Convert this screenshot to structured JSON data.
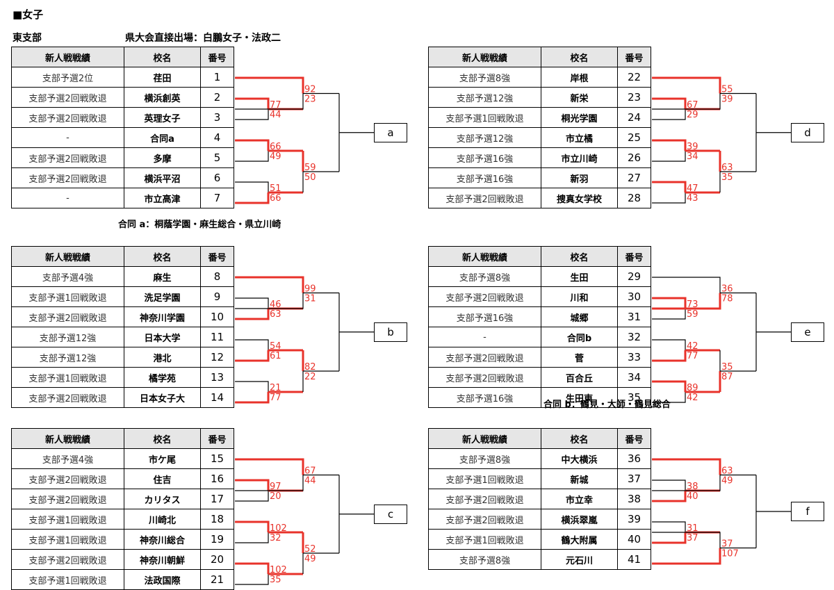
{
  "header": {
    "title": "■女子",
    "branch": "東支部",
    "direct": "県大会直接出場：白鵬女子・法政二"
  },
  "columns": {
    "record": "新人戦戦績",
    "school": "校名",
    "number": "番号"
  },
  "colors": {
    "winner": "#e8322a",
    "line": "#000000",
    "header_bg": "#e6e6e6"
  },
  "notes": {
    "a": "合同 a：桐蔭学園・麻生総合・県立川崎",
    "b": "合同 b：鶴見・大師・鶴見総合"
  },
  "blocks": [
    {
      "id": "a",
      "label": "a",
      "rows": [
        {
          "record": "支部予選2位",
          "school": "荏田",
          "number": "1"
        },
        {
          "record": "支部予選2回戦敗退",
          "school": "横浜創英",
          "number": "2"
        },
        {
          "record": "支部予選2回戦敗退",
          "school": "英理女子",
          "number": "3"
        },
        {
          "record": "-",
          "school": "合同a",
          "number": "4"
        },
        {
          "record": "支部予選2回戦敗退",
          "school": "多摩",
          "number": "5"
        },
        {
          "record": "支部予選2回戦敗退",
          "school": "横浜平沼",
          "number": "6"
        },
        {
          "record": "-",
          "school": "市立高津",
          "number": "7"
        }
      ],
      "scores": {
        "r1a": [
          "77",
          "44"
        ],
        "r1b": [
          "66",
          "49"
        ],
        "r1c": [
          "51",
          "66"
        ],
        "r2a": [
          "92",
          "23"
        ],
        "r2b": [
          "59",
          "50"
        ]
      }
    },
    {
      "id": "b",
      "label": "b",
      "rows": [
        {
          "record": "支部予選4強",
          "school": "麻生",
          "number": "8"
        },
        {
          "record": "支部予選1回戦敗退",
          "school": "洗足学園",
          "number": "9"
        },
        {
          "record": "支部予選2回戦敗退",
          "school": "神奈川学園",
          "number": "10"
        },
        {
          "record": "支部予選12強",
          "school": "日本大学",
          "number": "11"
        },
        {
          "record": "支部予選12強",
          "school": "港北",
          "number": "12"
        },
        {
          "record": "支部予選1回戦敗退",
          "school": "橘学苑",
          "number": "13"
        },
        {
          "record": "支部予選2回戦敗退",
          "school": "日本女子大",
          "number": "14"
        }
      ],
      "scores": {
        "r1a": [
          "46",
          "63"
        ],
        "r1b": [
          "54",
          "61"
        ],
        "r1c": [
          "21",
          "77"
        ],
        "r2a": [
          "99",
          "31"
        ],
        "r2b": [
          "82",
          "22"
        ]
      }
    },
    {
      "id": "c",
      "label": "c",
      "rows": [
        {
          "record": "支部予選4強",
          "school": "市ケ尾",
          "number": "15"
        },
        {
          "record": "支部予選2回戦敗退",
          "school": "住吉",
          "number": "16"
        },
        {
          "record": "支部予選2回戦敗退",
          "school": "カリタス",
          "number": "17"
        },
        {
          "record": "支部予選1回戦敗退",
          "school": "川崎北",
          "number": "18"
        },
        {
          "record": "支部予選1回戦敗退",
          "school": "神奈川総合",
          "number": "19"
        },
        {
          "record": "支部予選2回戦敗退",
          "school": "神奈川朝鮮",
          "number": "20"
        },
        {
          "record": "支部予選1回戦敗退",
          "school": "法政国際",
          "number": "21"
        }
      ],
      "scores": {
        "r1a": [
          "97",
          "20"
        ],
        "r1b": [
          "102",
          "32"
        ],
        "r1c": [
          "102",
          "35"
        ],
        "r2a": [
          "67",
          "44"
        ],
        "r2b": [
          "52",
          "49"
        ]
      }
    },
    {
      "id": "d",
      "label": "d",
      "rows": [
        {
          "record": "支部予選8強",
          "school": "岸根",
          "number": "22"
        },
        {
          "record": "支部予選12強",
          "school": "新栄",
          "number": "23"
        },
        {
          "record": "支部予選1回戦敗退",
          "school": "桐光学園",
          "number": "24"
        },
        {
          "record": "支部予選12強",
          "school": "市立橘",
          "number": "25"
        },
        {
          "record": "支部予選16強",
          "school": "市立川崎",
          "number": "26"
        },
        {
          "record": "支部予選16強",
          "school": "新羽",
          "number": "27"
        },
        {
          "record": "支部予選2回戦敗退",
          "school": "捜真女学校",
          "number": "28"
        }
      ],
      "scores": {
        "r1a": [
          "67",
          "29"
        ],
        "r1b": [
          "39",
          "34"
        ],
        "r1c": [
          "47",
          "43"
        ],
        "r2a": [
          "55",
          "39"
        ],
        "r2b": [
          "63",
          "35"
        ]
      }
    },
    {
      "id": "e",
      "label": "e",
      "rows": [
        {
          "record": "支部予選8強",
          "school": "生田",
          "number": "29"
        },
        {
          "record": "支部予選2回戦敗退",
          "school": "川和",
          "number": "30"
        },
        {
          "record": "支部予選16強",
          "school": "城郷",
          "number": "31"
        },
        {
          "record": "-",
          "school": "合同b",
          "number": "32"
        },
        {
          "record": "支部予選2回戦敗退",
          "school": "菅",
          "number": "33"
        },
        {
          "record": "支部予選2回戦敗退",
          "school": "百合丘",
          "number": "34"
        },
        {
          "record": "支部予選16強",
          "school": "生田東",
          "number": "35"
        }
      ],
      "scores": {
        "r1a": [
          "73",
          "59"
        ],
        "r1b": [
          "42",
          "77"
        ],
        "r1c": [
          "89",
          "42"
        ],
        "r2a": [
          "36",
          "78"
        ],
        "r2b": [
          "35",
          "87"
        ]
      }
    },
    {
      "id": "f",
      "label": "f",
      "rows": [
        {
          "record": "支部予選8強",
          "school": "中大横浜",
          "number": "36"
        },
        {
          "record": "支部予選1回戦敗退",
          "school": "新城",
          "number": "37"
        },
        {
          "record": "支部予選2回戦敗退",
          "school": "市立幸",
          "number": "38"
        },
        {
          "record": "支部予選2回戦敗退",
          "school": "横浜翠嵐",
          "number": "39"
        },
        {
          "record": "支部予選1回戦敗退",
          "school": "鶴大附属",
          "number": "40"
        },
        {
          "record": "支部予選8強",
          "school": "元石川",
          "number": "41"
        }
      ],
      "scores": {
        "r1a": [
          "38",
          "40"
        ],
        "r1b": [
          "31",
          "37"
        ],
        "r2a": [
          "63",
          "49"
        ],
        "r2b": [
          "37",
          "107"
        ]
      }
    }
  ]
}
